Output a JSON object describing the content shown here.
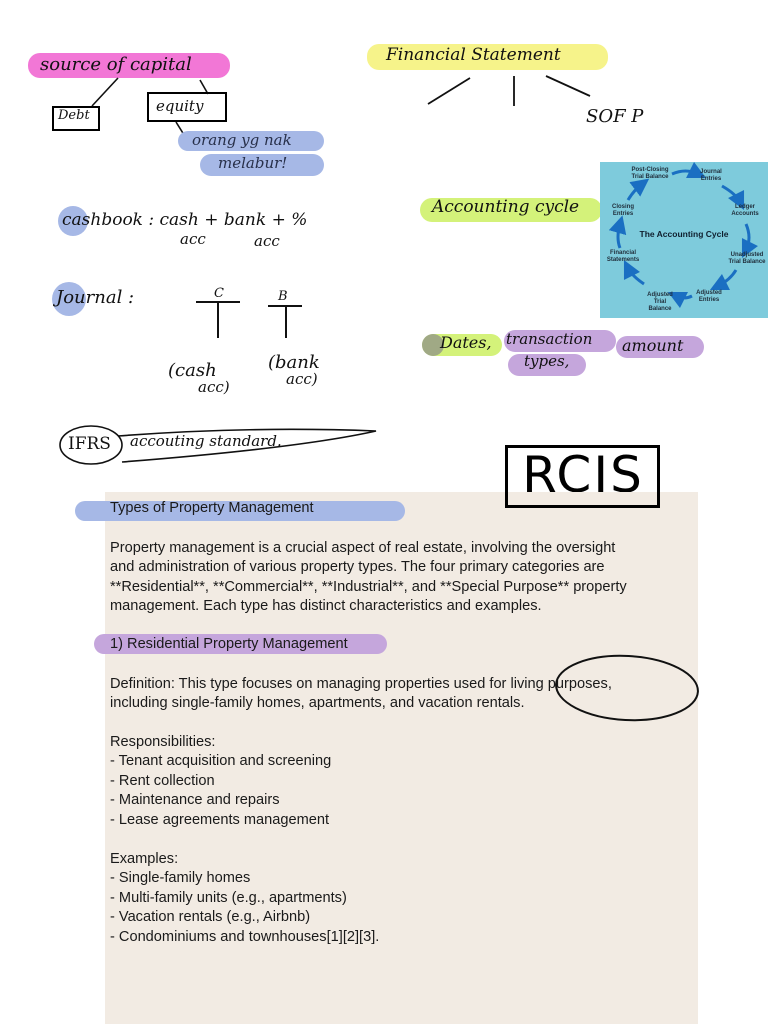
{
  "handwritten": {
    "source_of_capital": "source of capital",
    "debt": "Debt",
    "equity": "equity",
    "orang_line1": "orang yg nak",
    "orang_line2": "melabur!",
    "cashbook": "cashbook : cash + bank + %",
    "cashbook_acc1": "acc",
    "cashbook_acc2": "acc",
    "journal": "Journal :",
    "journal_c": "C",
    "journal_b": "B",
    "cash_acc_line1": "(cash",
    "cash_acc_line2": "acc)",
    "bank_acc_line1": "(bank",
    "bank_acc_line2": "acc)",
    "ifrs": "IFRS",
    "accounting_standard": "accouting standard.",
    "financial_statement": "Financial Statement",
    "sofp": "SOF P",
    "accounting_cycle": "Accounting cycle",
    "dates": "Dates,",
    "transaction_types_line1": "transaction",
    "transaction_types_line2": "types,",
    "amount": "amount",
    "rcis": "RCIS"
  },
  "accounting_cycle_diagram": {
    "title": "The Accounting Cycle",
    "steps": [
      "Journal Entries",
      "Ledger Accounts",
      "Unadjusted Trial Balance",
      "Adjusted Entries",
      "Adjusted Trial Balance",
      "Financial Statements",
      "Closing Entries",
      "Post-Closing Trial Balance"
    ],
    "background": "#7ecbdc",
    "arrow_color": "#1a6fc2"
  },
  "notes": {
    "heading": "Types of Property Management",
    "intro": [
      "Property management is a crucial aspect of real estate, involving the oversight",
      "and administration of various property types. The four primary categories are",
      "**Residential**, **Commercial**, **Industrial**, and **Special Purpose** property",
      "management. Each type has distinct characteristics and examples."
    ],
    "section1_heading": "1) Residential Property Management",
    "definition": [
      "Definition: This type focuses on managing properties used for living purposes,",
      "including single-family homes, apartments, and vacation rentals."
    ],
    "responsibilities_heading": "Responsibilities:",
    "responsibilities": [
      "- Tenant acquisition and screening",
      "- Rent collection",
      "- Maintenance and repairs",
      "- Lease agreements management"
    ],
    "examples_heading": "Examples:",
    "examples": [
      "- Single-family homes",
      "- Multi-family units (e.g., apartments)",
      "- Vacation rentals (e.g., Airbnb)",
      "- Condominiums and townhouses[1][2][3]."
    ]
  },
  "highlight_colors": {
    "pink": "#f277d6",
    "blue": "#a6b8e6",
    "yellow": "#f6f38a",
    "green": "#d4f27a",
    "purple": "#c5a6dc",
    "card": "#f2ebe3"
  }
}
